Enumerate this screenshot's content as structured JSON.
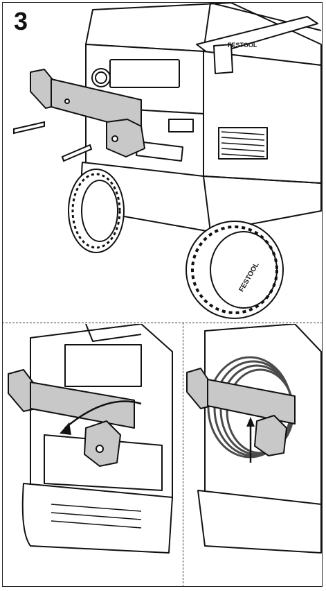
{
  "step": {
    "number": "3"
  },
  "brand": {
    "logo_text": "FESTOOL"
  },
  "colors": {
    "line": "#111111",
    "part_fill": "#c8c8c8",
    "cable_fill": "#4a4a4a",
    "background": "#ffffff"
  },
  "panels": [
    {
      "id": "main",
      "content": "mounting holder on vacuum with two screws"
    },
    {
      "id": "bottom-left",
      "content": "rotating holder latch"
    },
    {
      "id": "bottom-right",
      "content": "cable wound on holder"
    }
  ]
}
